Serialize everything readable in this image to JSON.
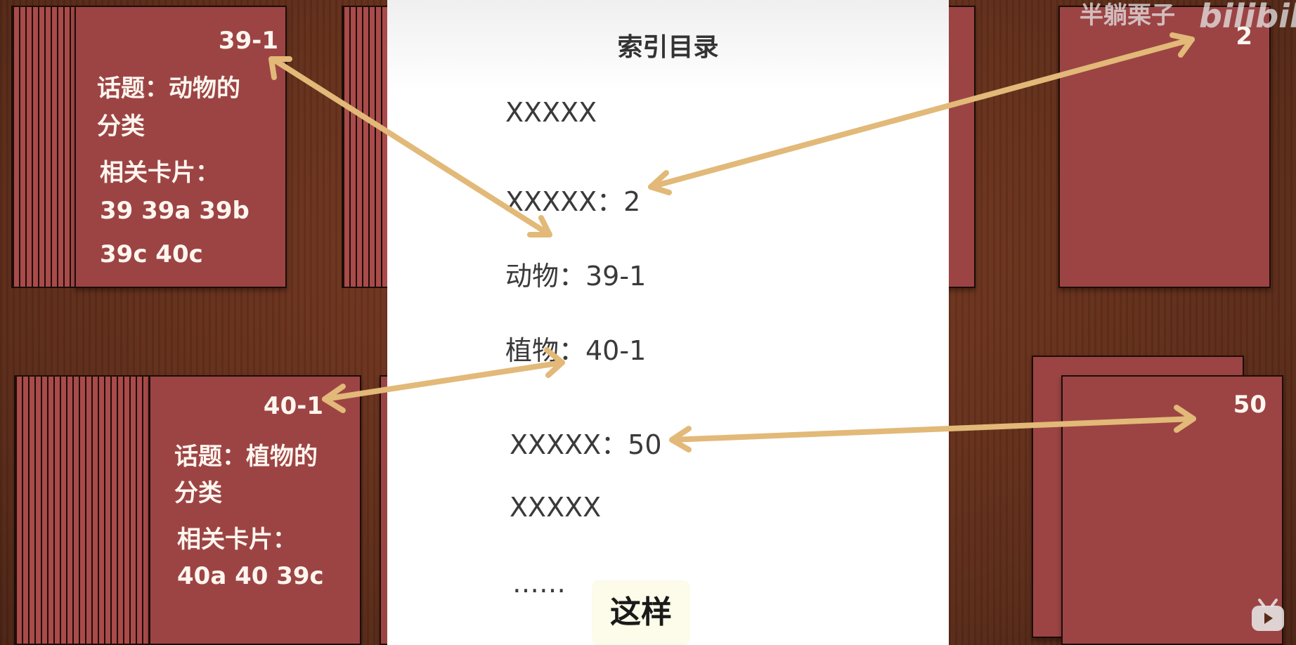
{
  "panel": {
    "title": "索引目录",
    "entries": [
      "XXXXX",
      "XXXXX：2",
      "动物：39-1",
      "植物：40-1",
      "XXXXX：50",
      "XXXXX",
      "……"
    ]
  },
  "card_top_left": {
    "id": "39-1",
    "topic_line1": "话题：动物的",
    "topic_line2": "分类",
    "related": "相关卡片：",
    "refs_line1": "39 39a 39b",
    "refs_line2": "39c 40c"
  },
  "card_bottom_left": {
    "id": "40-1",
    "topic_line1": "话题：植物的",
    "topic_line2": "分类",
    "related": "相关卡片：",
    "refs_line1": "40a 40  39c"
  },
  "card_top_right": {
    "id": "2"
  },
  "card_bottom_right": {
    "id": "50"
  },
  "subtitle": "这样",
  "watermark": {
    "author": "半躺栗子",
    "logo": "bilibili"
  },
  "colors": {
    "card": "#9c4444",
    "arrow": "#e2b978",
    "wood": "#5a2a19",
    "panel": "#ffffff"
  }
}
